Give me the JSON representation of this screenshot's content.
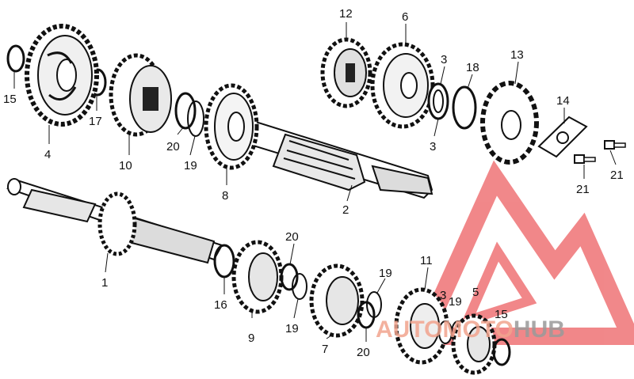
{
  "watermark": {
    "part_a": "AUTOMOTO",
    "part_b": "HUB",
    "color_a": "#f2a48e",
    "color_b": "#9a9a9a",
    "logo_color": "#e6262a"
  },
  "callouts": [
    {
      "id": "c15a",
      "text": "15"
    },
    {
      "id": "c4",
      "text": "4"
    },
    {
      "id": "c17",
      "text": "17"
    },
    {
      "id": "c10",
      "text": "10"
    },
    {
      "id": "c20a",
      "text": "20"
    },
    {
      "id": "c19a",
      "text": "19"
    },
    {
      "id": "c8",
      "text": "8"
    },
    {
      "id": "c12",
      "text": "12"
    },
    {
      "id": "c6",
      "text": "6"
    },
    {
      "id": "c3a",
      "text": "3"
    },
    {
      "id": "c3b",
      "text": "3"
    },
    {
      "id": "c18",
      "text": "18"
    },
    {
      "id": "c13",
      "text": "13"
    },
    {
      "id": "c14",
      "text": "14"
    },
    {
      "id": "c21a",
      "text": "21"
    },
    {
      "id": "c21b",
      "text": "21"
    },
    {
      "id": "c2",
      "text": "2"
    },
    {
      "id": "c1",
      "text": "1"
    },
    {
      "id": "c16",
      "text": "16"
    },
    {
      "id": "c20b",
      "text": "20"
    },
    {
      "id": "c9",
      "text": "9"
    },
    {
      "id": "c19b",
      "text": "19"
    },
    {
      "id": "c7",
      "text": "7"
    },
    {
      "id": "c19c",
      "text": "19"
    },
    {
      "id": "c20c",
      "text": "20"
    },
    {
      "id": "c11",
      "text": "11"
    },
    {
      "id": "c3c",
      "text": "3"
    },
    {
      "id": "c19d",
      "text": "19"
    },
    {
      "id": "c5",
      "text": "5"
    },
    {
      "id": "c15b",
      "text": "15"
    }
  ]
}
